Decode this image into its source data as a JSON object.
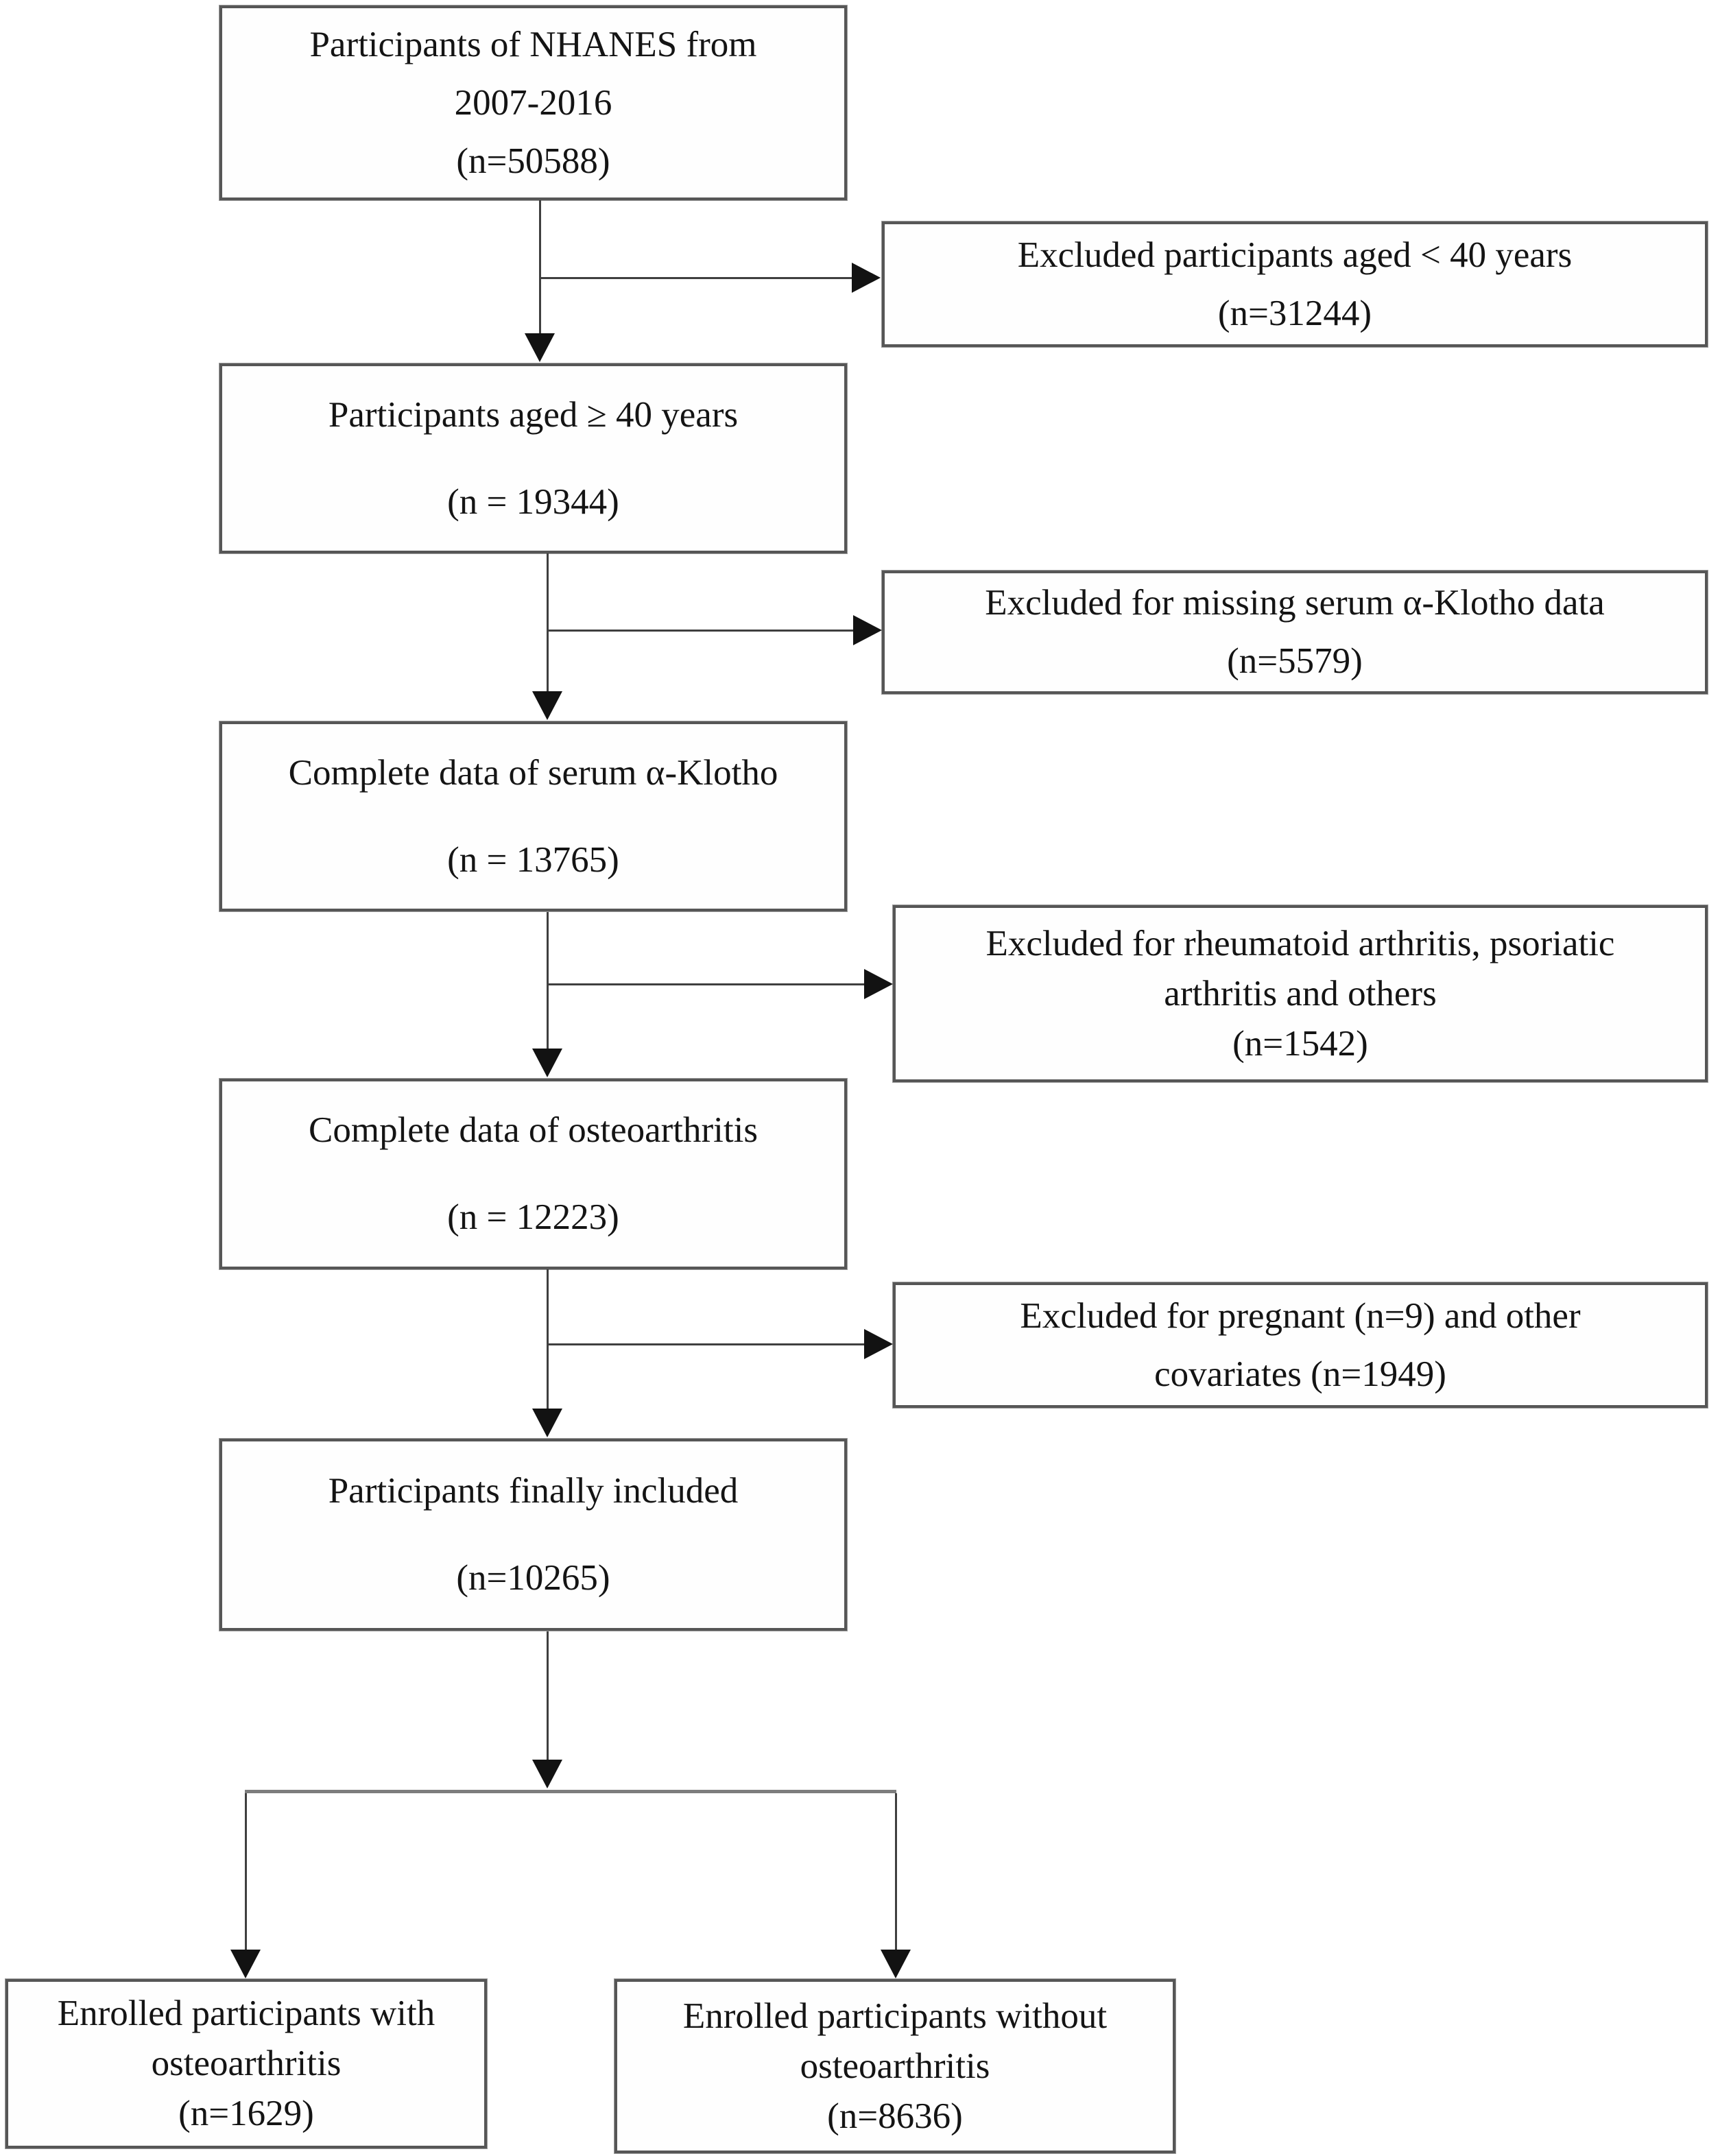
{
  "diagram": {
    "title": "NHANES participant selection flowchart",
    "colors": {
      "background": "#ffffff",
      "box_border": "#565656",
      "connector": "#3f3f3f",
      "arrowhead": "#121212",
      "text": "#141414"
    },
    "main_boxes": [
      {
        "id": "nhanes-source",
        "lines": [
          "Participants of NHANES from",
          "2007-2016",
          "(n=50588)"
        ]
      },
      {
        "id": "aged-40-plus",
        "lines": [
          "Participants aged ≥ 40 years",
          "(n = 19344)"
        ]
      },
      {
        "id": "klotho-complete",
        "lines": [
          "Complete data of serum α-Klotho",
          "(n = 13765)"
        ]
      },
      {
        "id": "oa-complete",
        "lines": [
          "Complete data of osteoarthritis",
          "(n = 12223)"
        ]
      },
      {
        "id": "finally-included",
        "lines": [
          "Participants finally included",
          "(n=10265)"
        ]
      }
    ],
    "exclusion_boxes": [
      {
        "id": "excluded-under-40",
        "lines": [
          "Excluded participants aged < 40 years",
          "(n=31244)"
        ]
      },
      {
        "id": "excluded-no-klotho",
        "lines": [
          "Excluded for missing serum α-Klotho data",
          "(n=5579)"
        ]
      },
      {
        "id": "excluded-arthritis",
        "lines": [
          "Excluded for rheumatoid arthritis, psoriatic",
          "arthritis and others",
          "(n=1542)"
        ]
      },
      {
        "id": "excluded-covariates",
        "lines": [
          "Excluded for pregnant (n=9) and other",
          "covariates (n=1949)"
        ]
      }
    ],
    "outcome_boxes": [
      {
        "id": "with-oa",
        "lines": [
          "Enrolled participants with",
          "osteoarthritis",
          "(n=1629)"
        ]
      },
      {
        "id": "without-oa",
        "lines": [
          "Enrolled participants without",
          "osteoarthritis",
          "(n=8636)"
        ]
      }
    ]
  }
}
